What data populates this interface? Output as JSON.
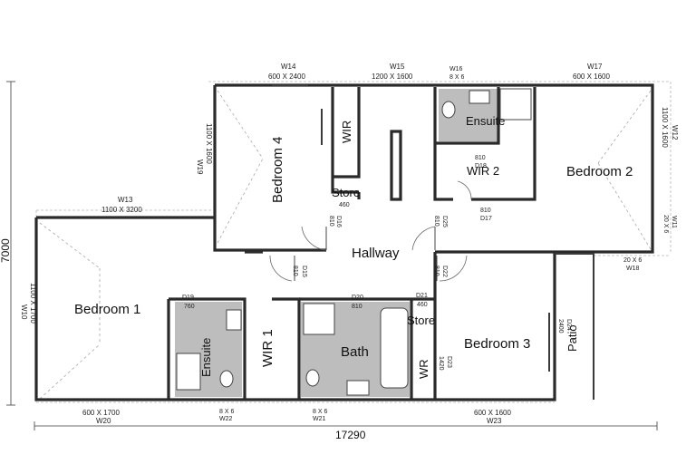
{
  "overall": {
    "width": "17290",
    "height": "7000"
  },
  "rooms": {
    "bedroom1": "Bedroom 1",
    "bedroom2": "Bedroom 2",
    "bedroom3": "Bedroom 3",
    "bedroom4": "Bedroom 4",
    "ensuite_top": "Ensuite",
    "ensuite_left": "Ensuite",
    "wir1": "WIR 1",
    "wir2": "WIR 2",
    "wir_top": "WIR",
    "wr": "WR",
    "bath": "Bath",
    "hallway": "Hallway",
    "store_top": "Store",
    "store_bottom": "Store",
    "patio": "Patio"
  },
  "windows": {
    "w14": {
      "id": "W14",
      "size": "600 X 2400"
    },
    "w15": {
      "id": "W15",
      "size": "1200 X 1600"
    },
    "w16": {
      "id": "W16",
      "size": "8 X 6"
    },
    "w17": {
      "id": "W17",
      "size": "600 X 1600"
    },
    "w12": {
      "id": "W12",
      "size": "1100 X 1600"
    },
    "w11": {
      "id": "W11",
      "size": "20 X 6"
    },
    "w18": {
      "id": "W18",
      "size": "20 X 6"
    },
    "w19": {
      "id": "W19",
      "size": "1100 X 1600"
    },
    "w13": {
      "id": "W13",
      "size": "1100 X 3200"
    },
    "w10": {
      "id": "W10",
      "size": "1100 X 1700"
    },
    "w20": {
      "id": "W20",
      "size": "600 X 1700"
    },
    "w22": {
      "id": "W22",
      "size": "8 X 6"
    },
    "w21": {
      "id": "W21",
      "size": "8 X 6"
    },
    "w23": {
      "id": "W23",
      "size": "600 X 1600"
    }
  },
  "doors": {
    "d16": {
      "id": "D16",
      "size": "810"
    },
    "d25": {
      "id": "D25",
      "size": "810"
    },
    "d15": {
      "id": "D15",
      "size": "810"
    },
    "d22": {
      "id": "D22",
      "size": "810"
    },
    "d17": {
      "id": "D17",
      "size": "810"
    },
    "d18": {
      "id": "D18",
      "size": "810"
    },
    "d19": {
      "id": "D19",
      "size": "760"
    },
    "d20": {
      "id": "D20",
      "size": "810"
    },
    "d21": {
      "id": "D21",
      "size": "460"
    },
    "d23": {
      "id": "D23",
      "size": "1420"
    },
    "d24": {
      "id": "D24",
      "size": "2400"
    },
    "store_top_size": "460"
  }
}
